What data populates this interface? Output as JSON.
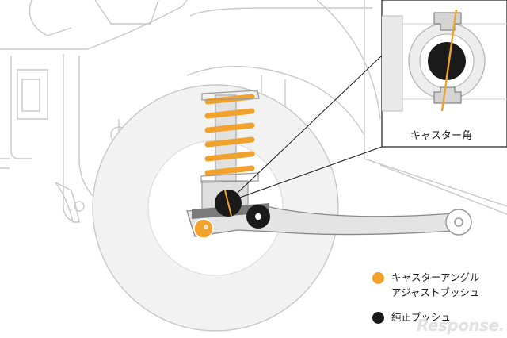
{
  "inset": {
    "label": "キャスター角"
  },
  "legend": [
    {
      "lines": [
        "キャスターアングル",
        "アジャストブッシュ"
      ],
      "color": "#f0a22c"
    },
    {
      "lines": [
        "純正ブッシュ"
      ],
      "color": "#1a1a1a"
    }
  ],
  "watermark": "Response.",
  "colors": {
    "accent_orange": "#f0a22c",
    "bushing_black": "#1a1a1a",
    "line_gray": "#b9b9b9"
  }
}
